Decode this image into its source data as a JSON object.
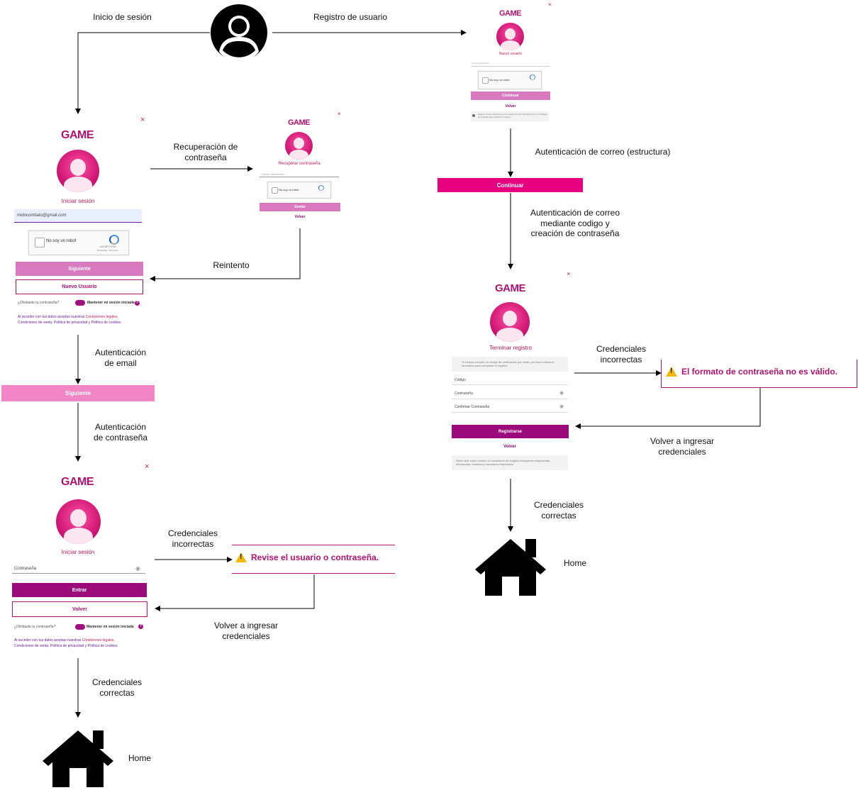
{
  "labels": {
    "inicio_sesion": "Inicio de sesión",
    "registro_usuario": "Registro de usuario",
    "recuperacion_1": "Recuperación de",
    "recuperacion_2": "contraseña",
    "autenticacion_correo_estructura": "Autenticación de correo (estructura)",
    "autenticacion_codigo_1": "Autenticación de correo",
    "autenticacion_codigo_2": "mediante codigo y",
    "autenticacion_codigo_3": "creación de contraseña",
    "reintento": "Reintento",
    "autenticacion_email_1": "Autenticación",
    "autenticacion_email_2": "de email",
    "autenticacion_contrasena_1": "Autenticación",
    "autenticacion_contrasena_2": "de contraseña",
    "cred_incorrectas_left_1": "Credenciales",
    "cred_incorrectas_left_2": "incorrectas",
    "volver_ingresar_left_1": "Volver a ingresar",
    "volver_ingresar_left_2": "credenciales",
    "cred_correctas_left_1": "Credenciales",
    "cred_correctas_left_2": "correctas",
    "home_left": "Home",
    "cred_incorrectas_right_1": "Credenciales",
    "cred_incorrectas_right_2": "incorrectas",
    "volver_ingresar_right_1": "Volver a ingresar",
    "volver_ingresar_right_2": "credenciales",
    "cred_correctas_right_1": "Credenciales",
    "cred_correctas_right_2": "correctas",
    "home_right": "Home"
  },
  "screens": {
    "brand": "GAME",
    "close": "×",
    "login": {
      "title": "Iniciar sesión",
      "email_value": "midocombato@gmail.com",
      "captcha": "No soy un robot",
      "captcha_brand": "reCAPTCHA",
      "captcha_terms": "Privacidad - Términos",
      "next": "Siguiente",
      "new_user": "Nuevo Usuario",
      "forgot": "¿Olvidaste tu contraseña?",
      "keep": "Mantener mi sesión iniciada",
      "help": "?",
      "legal_1": "Al acceder con tus datos aceptas nuestras ",
      "legal_link_1": "Condiciones legales,",
      "legal_2": "Condiciones de venta, Política de privacidad y Política de cookies."
    },
    "recovery": {
      "title": "Recuperar contraseña",
      "field": "Correo electrónico",
      "captcha": "No soy un robot",
      "submit": "Enviar",
      "back": "Volver"
    },
    "register": {
      "title": "Nuevo usuario",
      "field": "Correo electrónico",
      "captcha": "No soy un robot",
      "submit": "Continuar",
      "back": "Volver",
      "note": "Elige tu correo electrónico y te enviaremos las instrucciones a tu bandeja de entrada para verificar tu cuenta."
    },
    "continue_bar": "Continuar",
    "next_bar": "Siguiente",
    "password": {
      "title": "Iniciar sesión",
      "field": "Contraseña",
      "submit": "Entrar",
      "back": "Volver",
      "forgot": "¿Olvidaste tu contraseña?",
      "keep": "Mantener mi sesión iniciada",
      "help": "?",
      "legal_1": "Al acceder con tus datos aceptas nuestras ",
      "legal_link_1": "Condiciones legales,",
      "legal_2": "Condiciones de venta, Política de privacidad y Política de cookies."
    },
    "finish": {
      "title": "Terminar registro",
      "info": "Te hemos enviado un código de verificación por email, por favor rellena el formulario para completar el registro.",
      "code": "Código",
      "pwd": "Contraseña",
      "pwd_confirm": "Confirmar Contraseña",
      "submit": "Registrarse",
      "back": "Volver",
      "hint": "Debe usar como mínimo 12 caracteres de longitud incluyendo mayúsculas, minúsculas, números y caracteres especiales"
    },
    "error_login": "Revise el usuario o contraseña.",
    "error_register": "El formato de contraseña no es válido."
  }
}
